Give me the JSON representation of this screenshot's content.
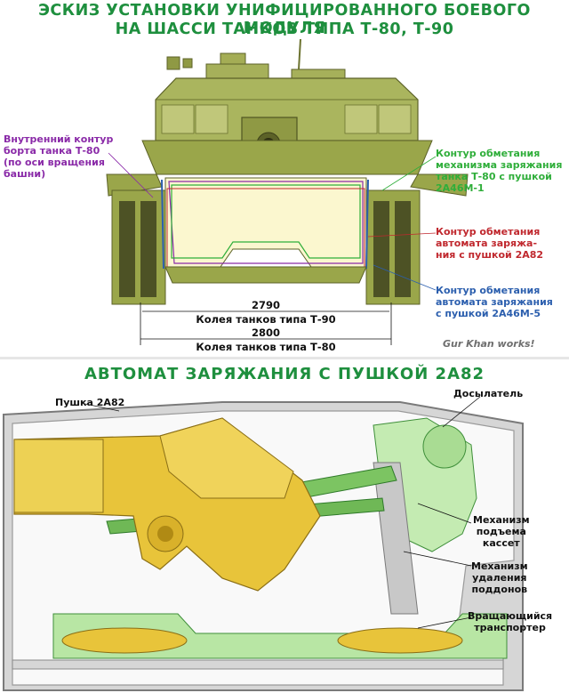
{
  "top": {
    "title_line1": "ЭСКИЗ УСТАНОВКИ УНИФИЦИРОВАННОГО БОЕВОГО МОДУЛЯ",
    "title_line2": "НА ШАССИ ТАНКОВ ТИПА Т-80, Т-90",
    "label_inner_contour": [
      "Внутренний контур",
      "борта танка Т-80",
      "(по оси вращения",
      "башни)"
    ],
    "label_green_contour": [
      "Контур обметания",
      "механизма заряжания",
      "танка Т-80 с пушкой",
      "2А46М-1"
    ],
    "label_red_contour": [
      "Контур обметания",
      "автомата заряжа-",
      "ния с пушкой 2А82"
    ],
    "label_blue_contour": [
      "Контур обметания",
      "автомата заряжания",
      "с пушкой 2А46М-5"
    ],
    "dim_t90_value": "2790",
    "dim_t90_label": "Колея танков типа  Т-90",
    "dim_t80_value": "2800",
    "dim_t80_label": "Колея танков типа  Т-80",
    "watermark": "Gur Khan  works!"
  },
  "bottom": {
    "title": "АВТОМАТ ЗАРЯЖАНИЯ С ПУШКОЙ 2А82",
    "label_gun": "Пушка 2А82",
    "label_rammer": "Досылатель",
    "label_lift": [
      "Механизм",
      "подъема",
      "кассет"
    ],
    "label_removal": [
      "Механизм",
      "удаления",
      "поддонов"
    ],
    "label_conveyor": [
      "Вращающийся",
      "транспортер"
    ]
  },
  "colors": {
    "title_green": "#1e8f3e",
    "tank_olive": "#9aa64a",
    "gun_yellow": "#e8c43a",
    "mechanism_green": "#8fd07a",
    "purple_label": "#8a2aa8",
    "green_label": "#2fae3a",
    "red_label": "#c0282e",
    "blue_label": "#2c5fae"
  }
}
